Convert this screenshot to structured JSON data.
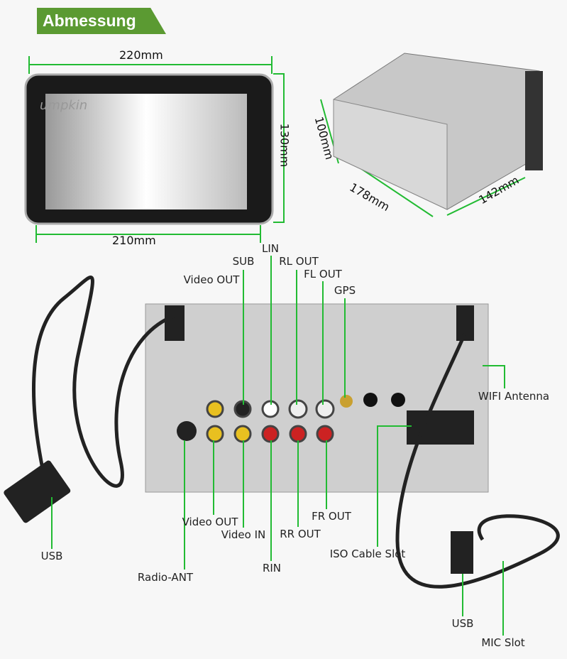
{
  "header": {
    "title": "Abmessung"
  },
  "dimensions": {
    "width_top": "220mm",
    "width_bottom": "210mm",
    "height": "130mm",
    "depth_height": "100mm",
    "depth_length": "178mm",
    "depth_side": "142mm"
  },
  "brand": "umpkin",
  "labels": {
    "sub": "SUB",
    "lin": "LIN",
    "rl_out": "RL OUT",
    "fl_out": "FL OUT",
    "gps": "GPS",
    "video_out_top": "Video OUT",
    "wifi": "WIFI Antenna",
    "video_out_bottom": "Video OUT",
    "video_in": "Video IN",
    "rin": "RIN",
    "rr_out": "RR OUT",
    "fr_out": "FR OUT",
    "radio_ant": "Radio-ANT",
    "iso": "ISO Cable Slot",
    "usb_left": "USB",
    "usb_right": "USB",
    "mic": "MIC Slot"
  },
  "colors": {
    "accent": "#5b9a32",
    "line": "#22bb33"
  }
}
